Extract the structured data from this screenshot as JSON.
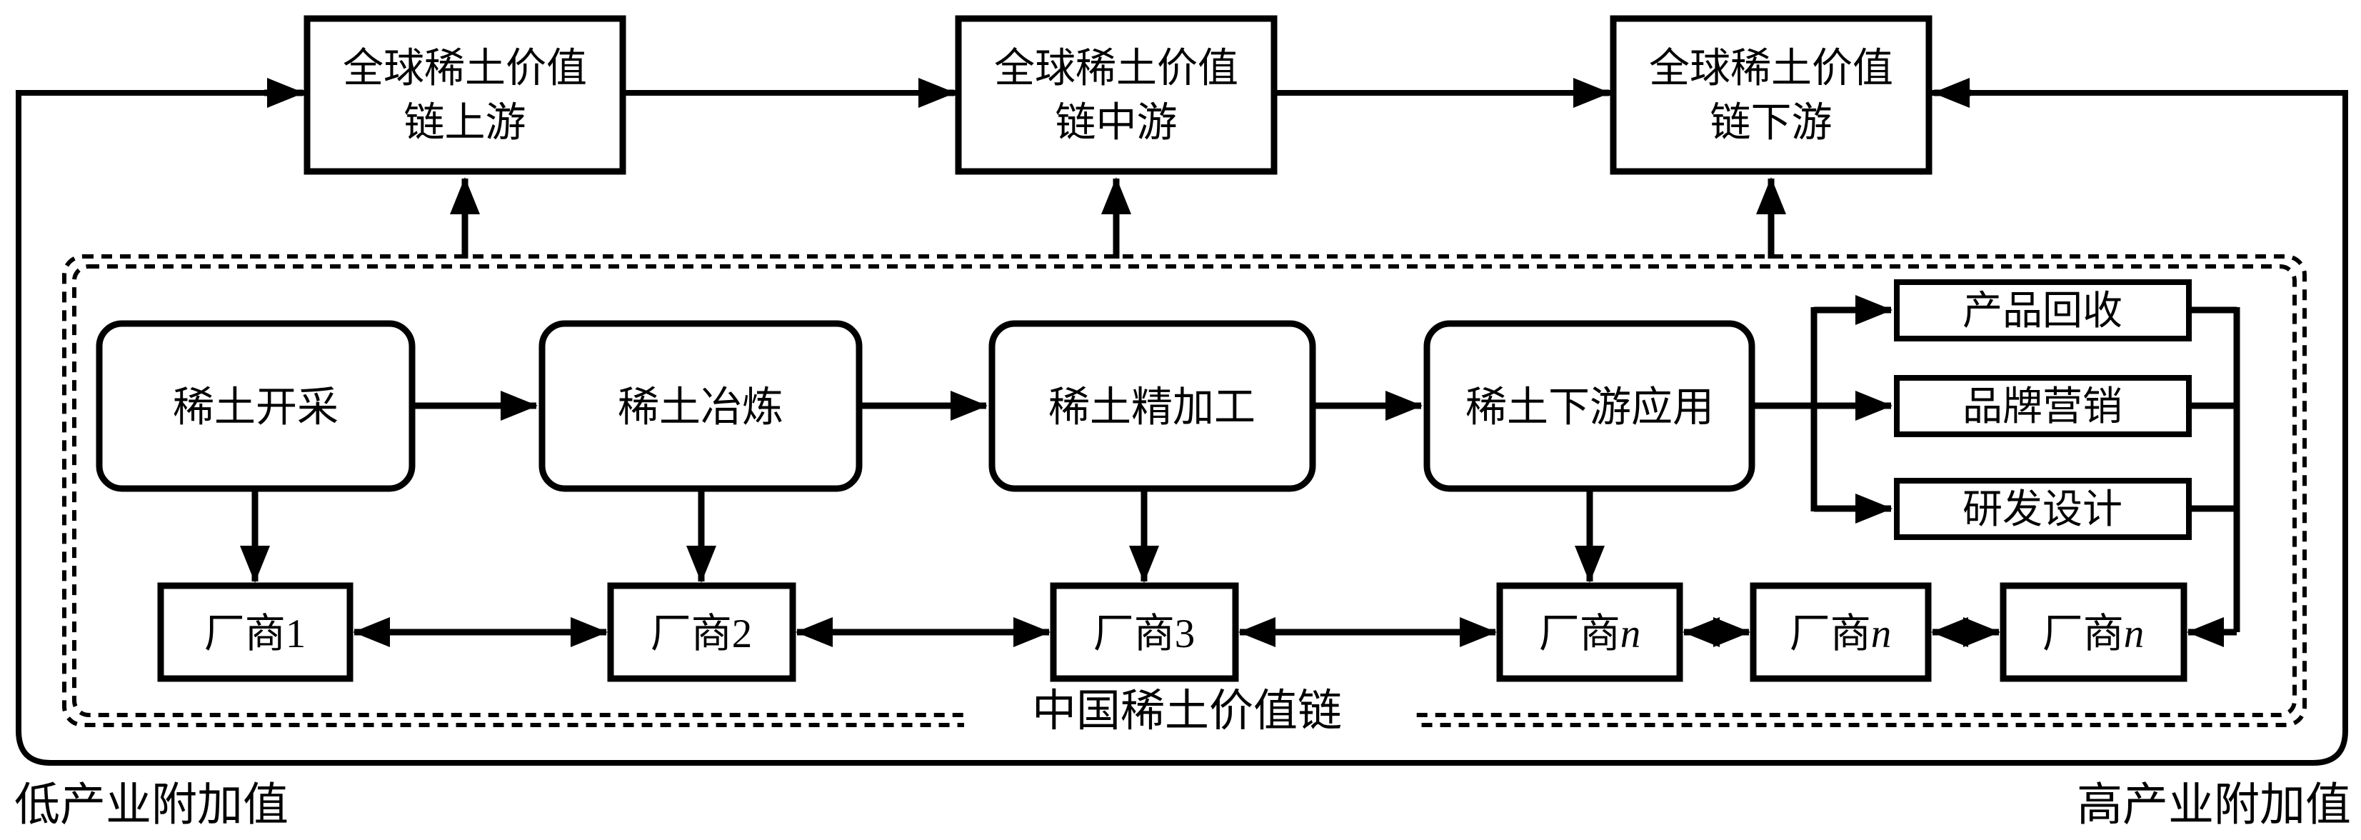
{
  "colors": {
    "line": "#000000",
    "background": "#ffffff",
    "box_fill": "#ffffff"
  },
  "global_chain": {
    "upstream": {
      "line1": "全球稀土价值",
      "line2": "链上游"
    },
    "midstream": {
      "line1": "全球稀土价值",
      "line2": "链中游"
    },
    "downstream": {
      "line1": "全球稀土价值",
      "line2": "链下游"
    }
  },
  "processes": [
    {
      "label": "稀土开采"
    },
    {
      "label": "稀土冶炼"
    },
    {
      "label": "稀土精加工"
    },
    {
      "label": "稀土下游应用"
    }
  ],
  "support": [
    {
      "label": "产品回收"
    },
    {
      "label": "品牌营销"
    },
    {
      "label": "研发设计"
    }
  ],
  "manufacturers": [
    {
      "prefix": "厂商",
      "suffix": "1"
    },
    {
      "prefix": "厂商",
      "suffix": "2"
    },
    {
      "prefix": "厂商",
      "suffix": "3"
    },
    {
      "prefix": "厂商",
      "suffix": "n"
    },
    {
      "prefix": "厂商",
      "suffix": "n"
    },
    {
      "prefix": "厂商",
      "suffix": "n"
    }
  ],
  "labels": {
    "china_chain": "中国稀土价值链",
    "low_added_value": "低产业附加值",
    "high_added_value": "高产业附加值"
  }
}
